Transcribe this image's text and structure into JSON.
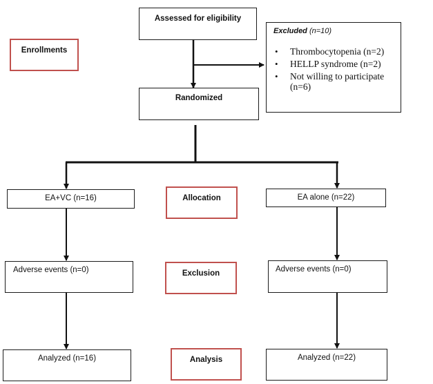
{
  "stages": {
    "enrollments": "Enrollments",
    "allocation": "Allocation",
    "exclusion": "Exclusion",
    "analysis": "Analysis"
  },
  "nodes": {
    "assessed": "Assessed for eligibility",
    "randomized": "Randomized",
    "excluded": {
      "title": "Excluded",
      "count": "(n=10)",
      "reasons": [
        "Thrombocytopenia (n=2)",
        "HELLP syndrome (n=2)",
        "Not willing to participate (n=6)"
      ]
    },
    "left_arm": {
      "allocation": "EA+VC (n=16)",
      "adverse": "Adverse events (n=0)",
      "analyzed": "Analyzed (n=16)"
    },
    "right_arm": {
      "allocation": "EA alone (n=22)",
      "adverse": "Adverse events (n=0)",
      "analyzed": "Analyzed (n=22)"
    }
  },
  "colors": {
    "stage_border": "#c0504d",
    "box_border": "#1a1a1a",
    "line": "#111111"
  }
}
